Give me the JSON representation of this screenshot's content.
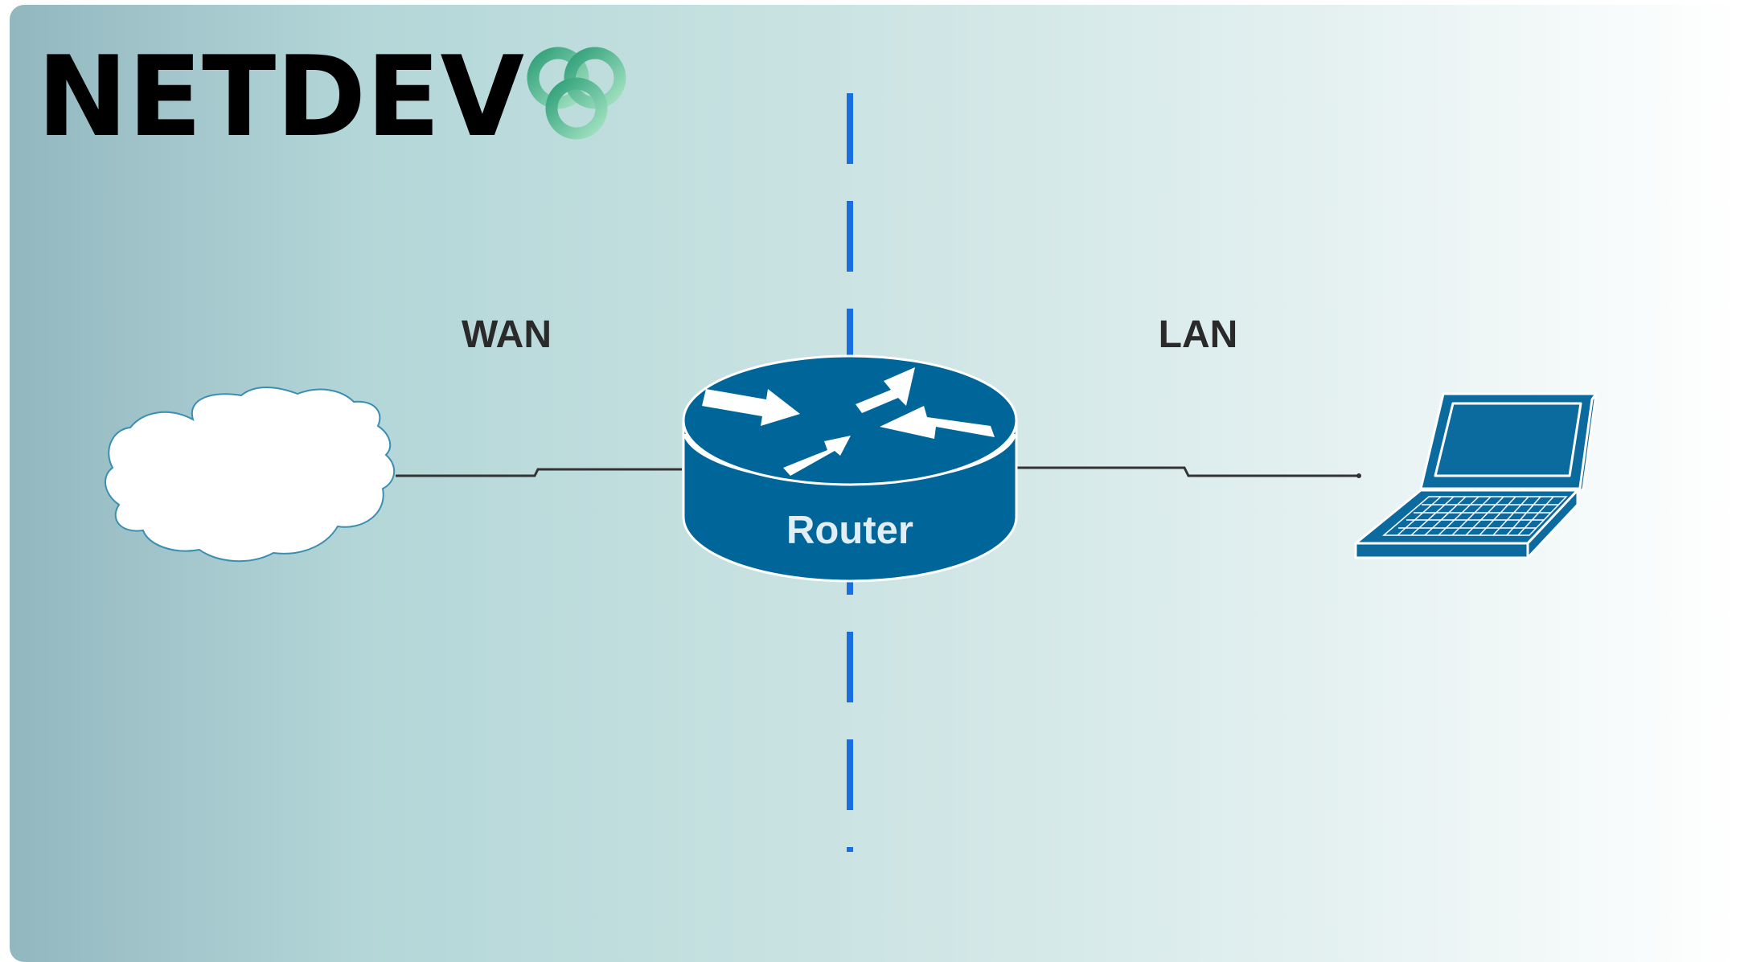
{
  "logo": {
    "text": "NETDEV"
  },
  "labels": {
    "wan": "WAN",
    "lan": "LAN",
    "router": "Router"
  },
  "colors": {
    "background_start": "#92b7bf",
    "background_mid": "#c4e1df",
    "background_end": "#ffffff",
    "router_blue": "#006699",
    "laptop_blue": "#0c6b9e",
    "divider_blue": "#1a6fe0",
    "logo_green_start": "#2e9f78",
    "logo_green_end": "#a5e3c3",
    "label_dark": "#2a2a2a"
  },
  "icons": {
    "wan_cloud": "cloud-icon",
    "router": "router-icon",
    "laptop": "laptop-icon",
    "logo_mark": "interlocking-rings-icon"
  }
}
